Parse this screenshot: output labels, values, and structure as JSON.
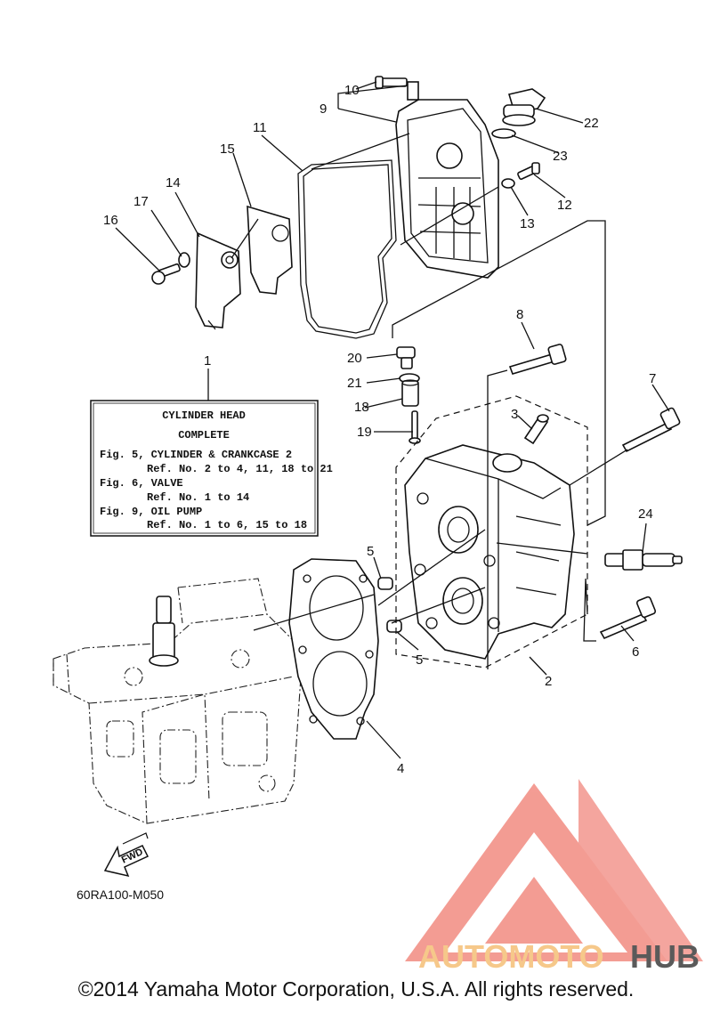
{
  "diagram": {
    "callouts": [
      "1",
      "2",
      "3",
      "4",
      "5",
      "5",
      "6",
      "7",
      "8",
      "9",
      "10",
      "11",
      "12",
      "13",
      "14",
      "15",
      "16",
      "17",
      "18",
      "19",
      "20",
      "21",
      "22",
      "23",
      "24"
    ],
    "legend_box": {
      "line1": "CYLINDER HEAD",
      "line2": "COMPLETE",
      "line3": "Fig. 5, CYLINDER & CRANKCASE 2",
      "line4": "Ref. No. 2 to 4, 11, 18 to 21",
      "line5": "Fig. 6, VALVE",
      "line6": "Ref. No. 1 to 14",
      "line7": "Fig. 9, OIL PUMP",
      "line8": "Ref. No. 1 to 6, 15 to 18"
    },
    "fwd_label": "FWD",
    "drawing_code": "60RA100-M050"
  },
  "watermark": {
    "text_part1": "AUTOMOTO",
    "text_part2": "HUB",
    "colors": {
      "triangle": "#f07b70",
      "text_light": "#f6c88a",
      "text_dark": "#5a5a5a"
    }
  },
  "footer": {
    "copyright": "©2014 Yamaha Motor Corporation, U.S.A. All rights reserved."
  }
}
